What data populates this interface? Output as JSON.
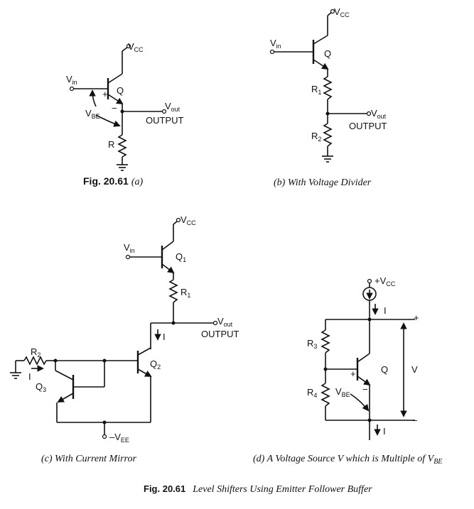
{
  "circuit_a": {
    "vcc": "V",
    "vcc_sub": "CC",
    "vin": "V",
    "vin_sub": "in",
    "vout": "V",
    "vout_sub": "out",
    "output": "OUTPUT",
    "vbe": "V",
    "vbe_sub": "BE",
    "plus": "+",
    "minus": "−",
    "q": "Q",
    "r": "R",
    "caption_num": "Fig. 20.61",
    "caption_letter": "(a)"
  },
  "circuit_b": {
    "vcc": "V",
    "vcc_sub": "CC",
    "vin": "V",
    "vin_sub": "in",
    "q": "Q",
    "r1": "R",
    "r1_sub": "1",
    "r2": "R",
    "r2_sub": "2",
    "vout": "V",
    "vout_sub": "out",
    "output": "OUTPUT",
    "caption": "(b) With Voltage Divider"
  },
  "circuit_c": {
    "vcc": "V",
    "vcc_sub": "CC",
    "vin": "V",
    "vin_sub": "in",
    "q1": "Q",
    "q1_sub": "1",
    "r1": "R",
    "r1_sub": "1",
    "vout": "V",
    "vout_sub": "out",
    "output": "OUTPUT",
    "i": "I",
    "r2": "R",
    "r2_sub": "2",
    "i2": "I",
    "q2": "Q",
    "q2_sub": "2",
    "q3": "Q",
    "q3_sub": "3",
    "vee": "–V",
    "vee_sub": "EE",
    "caption": "(c) With Current Mirror"
  },
  "circuit_d": {
    "vcc": "+V",
    "vcc_sub": "CC",
    "i_top": "I",
    "plus_top": "+",
    "r3": "R",
    "r3_sub": "3",
    "q": "Q",
    "v": "V",
    "plus": "+",
    "r4": "R",
    "r4_sub": "4",
    "vbe": "V",
    "vbe_sub": "BE",
    "minus": "−",
    "minus_bottom": "−",
    "i_bottom": "I",
    "caption": "(d) A Voltage Source V which is Multiple of V",
    "caption_sub": "BE"
  },
  "figure_caption": {
    "number": "Fig. 20.61",
    "title": "Level Shifters Using Emitter Follower Buffer"
  }
}
